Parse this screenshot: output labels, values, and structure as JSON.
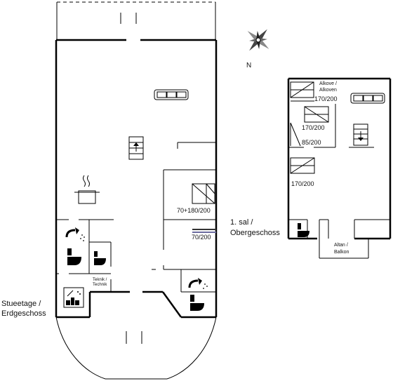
{
  "compass": {
    "north_label": "N"
  },
  "ground_floor": {
    "label_line1": "Stueetage /",
    "label_line2": "Erdgeschoss",
    "bed_double": "70+180/200",
    "bed_single": "70/200",
    "technik_line1": "Teknik /",
    "technik_line2": "Technik"
  },
  "upper_floor": {
    "label_line1": "1. sal /",
    "label_line2": "Obergeschoss",
    "alcove_line1": "Alkove /",
    "alcove_line2": "Alkoven",
    "alcove_bed": "170/200",
    "bed_a": "170/200",
    "bed_b": "85/200",
    "bed_c": "170/200",
    "balcony_line1": "Altan /",
    "balcony_line2": "Balkon"
  }
}
